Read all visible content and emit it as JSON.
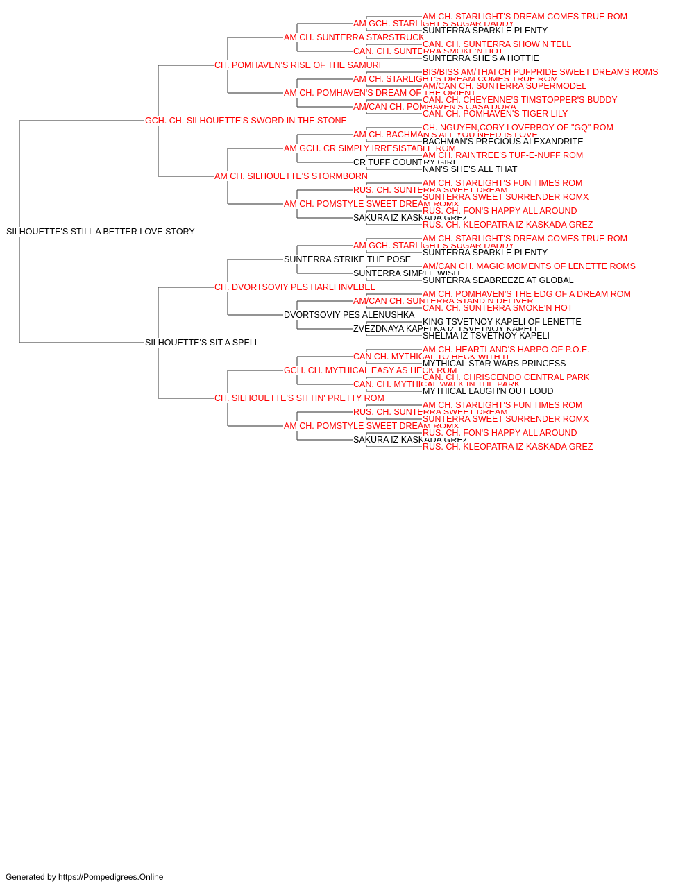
{
  "colors": {
    "titled": "#ff0000",
    "untitled": "#000000",
    "line": "#555555"
  },
  "pedigree": [
    {
      "name": "SILHOUETTE'S STILL A BETTER LOVE STORY",
      "titled": false
    },
    {
      "name": "GCH. CH. SILHOUETTE'S SWORD IN THE STONE",
      "titled": true
    },
    {
      "name": "SILHOUETTE'S SIT A SPELL",
      "titled": false
    },
    {
      "name": "CH. POMHAVEN'S RISE OF THE SAMURI",
      "titled": true
    },
    {
      "name": "AM CH. SILHOUETTE'S STORMBORN",
      "titled": true
    },
    {
      "name": "CH. DVORTSOVIY PES HARLI INVEBEL",
      "titled": true
    },
    {
      "name": "CH. SILHOUETTE'S SITTIN' PRETTY ROM",
      "titled": true
    },
    {
      "name": "AM CH. SUNTERRA STARSTRUCK",
      "titled": true
    },
    {
      "name": "AM CH. POMHAVEN'S DREAM OF THE ORIENT",
      "titled": true
    },
    {
      "name": "AM GCH. CR SIMPLY IRRESISTABLE ROM",
      "titled": true
    },
    {
      "name": "AM CH. POMSTYLE SWEET DREAM ROMX",
      "titled": true
    },
    {
      "name": "SUNTERRA STRIKE THE POSE",
      "titled": false
    },
    {
      "name": "DVORTSOVIY PES ALENUSHKA",
      "titled": false
    },
    {
      "name": "GCH. CH. MYTHICAL EASY AS HECK ROM",
      "titled": true
    },
    {
      "name": "AM CH. POMSTYLE SWEET DREAM ROMX",
      "titled": true
    },
    {
      "name": "AM GCH. STARLIGHT'S SUGAR DADDY",
      "titled": true
    },
    {
      "name": "CAN. CH. SUNTERRA SMOKE'N HOT",
      "titled": true
    },
    {
      "name": "AM CH. STARLIGHT'S DREAM COMES TRUE ROM",
      "titled": true
    },
    {
      "name": "AM/CAN CH. POMHAVEN'S CASA DORA",
      "titled": true
    },
    {
      "name": "AM CH. BACHMAN'S ALL YOU NEED IS LOVE",
      "titled": true
    },
    {
      "name": "CR TUFF COUNTRY GIRL",
      "titled": false
    },
    {
      "name": "RUS. CH. SUNTERRA SWEET DREAM",
      "titled": true
    },
    {
      "name": "SAKURA IZ KASKADA GREZ",
      "titled": false
    },
    {
      "name": "AM GCH. STARLIGHT'S SUGAR DADDY",
      "titled": true
    },
    {
      "name": "SUNTERRA SIMPLE WISH",
      "titled": false
    },
    {
      "name": "AM/CAN CH. SUNTERRA STAND N DELIVER",
      "titled": true
    },
    {
      "name": "ZVEZDNAYA KAPELKA IZ TSVETNOY KAPELI",
      "titled": false
    },
    {
      "name": "CAN CH. MYTHICAL TO HECK WITH IT",
      "titled": true
    },
    {
      "name": "CAN. CH. MYTHICAL WALK IN THE PARK",
      "titled": true
    },
    {
      "name": "RUS. CH. SUNTERRA SWEET DREAM",
      "titled": true
    },
    {
      "name": "SAKURA IZ KASKADA GREZ",
      "titled": false
    },
    {
      "name": "AM CH. STARLIGHT'S DREAM COMES TRUE ROM",
      "titled": true
    },
    {
      "name": "SUNTERRA SPARKLE PLENTY",
      "titled": false
    },
    {
      "name": "CAN. CH. SUNTERRA SHOW N TELL",
      "titled": true
    },
    {
      "name": "SUNTERRA SHE'S A HOTTIE",
      "titled": false
    },
    {
      "name": "BIS/BISS AM/THAI CH PUFPRIDE SWEET DREAMS ROMS",
      "titled": true
    },
    {
      "name": "AM/CAN CH. SUNTERRA SUPERMODEL",
      "titled": true
    },
    {
      "name": "CAN. CH. CHEYENNE'S TIMSTOPPER'S BUDDY",
      "titled": true
    },
    {
      "name": "CAN. CH. POMHAVEN'S TIGER LILY",
      "titled": true
    },
    {
      "name": "CH. NGUYEN,CORY LOVERBOY OF \"GQ\" ROM",
      "titled": true
    },
    {
      "name": "BACHMAN'S PRECIOUS ALEXANDRITE",
      "titled": false
    },
    {
      "name": "AM CH. RAINTREE'S TUF-E-NUFF ROM",
      "titled": true
    },
    {
      "name": "NAN'S SHE'S ALL THAT",
      "titled": false
    },
    {
      "name": "AM CH. STARLIGHT'S FUN TIMES ROM",
      "titled": true
    },
    {
      "name": "SUNTERRA SWEET SURRENDER ROMX",
      "titled": true
    },
    {
      "name": "RUS. CH. FON'S HAPPY ALL AROUND",
      "titled": true
    },
    {
      "name": "RUS. CH. KLEOPATRA IZ KASKADA GREZ",
      "titled": true
    },
    {
      "name": "AM CH. STARLIGHT'S DREAM COMES TRUE ROM",
      "titled": true
    },
    {
      "name": "SUNTERRA SPARKLE PLENTY",
      "titled": false
    },
    {
      "name": "AM/CAN CH. MAGIC MOMENTS OF LENETTE ROMS",
      "titled": true
    },
    {
      "name": "SUNTERRA SEABREEZE AT GLOBAL",
      "titled": false
    },
    {
      "name": "AM CH. POMHAVEN'S THE EDG OF A DREAM ROM",
      "titled": true
    },
    {
      "name": "CAN. CH. SUNTERRA SMOKE'N HOT",
      "titled": true
    },
    {
      "name": "KING TSVETNOY KAPELI OF LENETTE",
      "titled": false
    },
    {
      "name": "SHELMA IZ TSVETNOY KAPELI",
      "titled": false
    },
    {
      "name": "AM CH. HEARTLAND'S HARPO OF P.O.E.",
      "titled": true
    },
    {
      "name": "MYTHICAL STAR WARS PRINCESS",
      "titled": false
    },
    {
      "name": "CAN. CH. CHRISCENDO CENTRAL PARK",
      "titled": true
    },
    {
      "name": "MYTHICAL LAUGH'N OUT LOUD",
      "titled": false
    },
    {
      "name": "AM CH. STARLIGHT'S FUN TIMES ROM",
      "titled": true
    },
    {
      "name": "SUNTERRA SWEET SURRENDER ROMX",
      "titled": true
    },
    {
      "name": "RUS. CH. FON'S HAPPY ALL AROUND",
      "titled": true
    },
    {
      "name": "RUS. CH. KLEOPATRA IZ KASKADA GREZ",
      "titled": true
    }
  ],
  "footer": "Generated by https://Pompedigrees.Online"
}
